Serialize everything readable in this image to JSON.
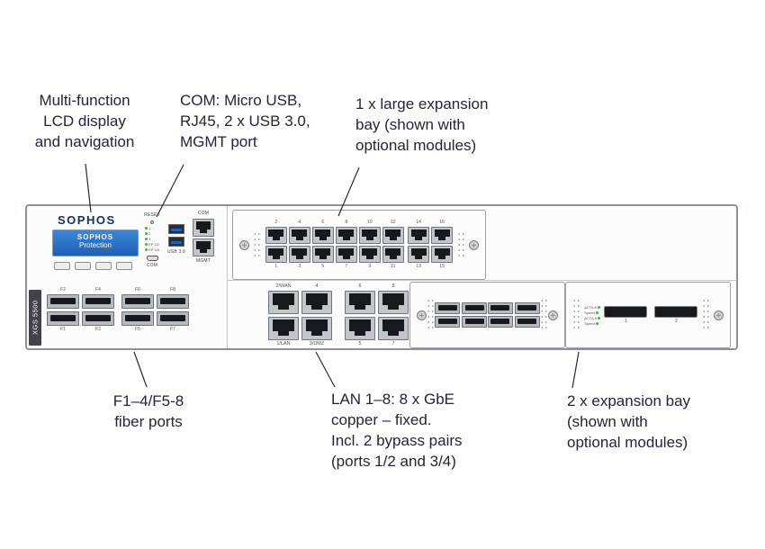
{
  "colors": {
    "text": "#24243a",
    "logo": "#14305c",
    "lcd_top": "#3b87d8",
    "lcd_bottom": "#1e5fb4",
    "led": "#43b049",
    "chassis_border": "#8e9296"
  },
  "callouts": {
    "lcd": [
      "Multi-function",
      "LCD display",
      "and navigation"
    ],
    "com": [
      "COM: Micro USB,",
      "RJ45, 2 x USB 3.0,",
      "MGMT port"
    ],
    "large_bay": [
      "1 x large expansion",
      "bay (shown with",
      "optional modules)"
    ],
    "fiber": [
      "F1–4/F5-8",
      "fiber ports"
    ],
    "lan": [
      "LAN 1–8: 8 x GbE",
      "copper – fixed.",
      "Incl. 2 bypass pairs",
      "(ports 1/2 and 3/4)"
    ],
    "expansion": [
      "2 x expansion bay",
      "(shown with",
      "optional modules)"
    ]
  },
  "device": {
    "brand": "SOPHOS",
    "model": "XGS 5500",
    "lcd": {
      "line1": "SOPHOS",
      "line2": "Protection"
    },
    "reset_label": "RESET",
    "led_labels": [
      "1",
      "2",
      "3",
      "EP 1/2",
      "EP 3/4"
    ],
    "com_micro_label": "COM",
    "usb_label": "USB 3.0",
    "com_rj45_label": "COM",
    "mgmt_label": "MGMT",
    "large_bay": {
      "group1_top": [
        "2",
        "4",
        "6",
        "8",
        "10",
        "12"
      ],
      "group1_bottom": [
        "1",
        "3",
        "5",
        "7",
        "9",
        "11"
      ],
      "group2_top": [
        "14",
        "16"
      ],
      "group2_bottom": [
        "13",
        "15"
      ]
    },
    "fiber": {
      "group1_top": [
        "F2",
        "F4"
      ],
      "group1_bottom": [
        "F1",
        "F3"
      ],
      "group2_top": [
        "F6",
        "F8"
      ],
      "group2_bottom": [
        "F5",
        "F7"
      ]
    },
    "lan": {
      "group1_top": [
        "2/WAN",
        "4"
      ],
      "group1_bottom": [
        "1/LAN",
        "3/DMZ"
      ],
      "group2_top": [
        "6",
        "8"
      ],
      "group2_bottom": [
        "5",
        "7"
      ]
    },
    "qsfp": {
      "led_labels": [
        "ACT/LK",
        "Speed",
        "ACT/LK",
        "Speed"
      ],
      "port_labels": [
        "1",
        "2"
      ]
    }
  }
}
